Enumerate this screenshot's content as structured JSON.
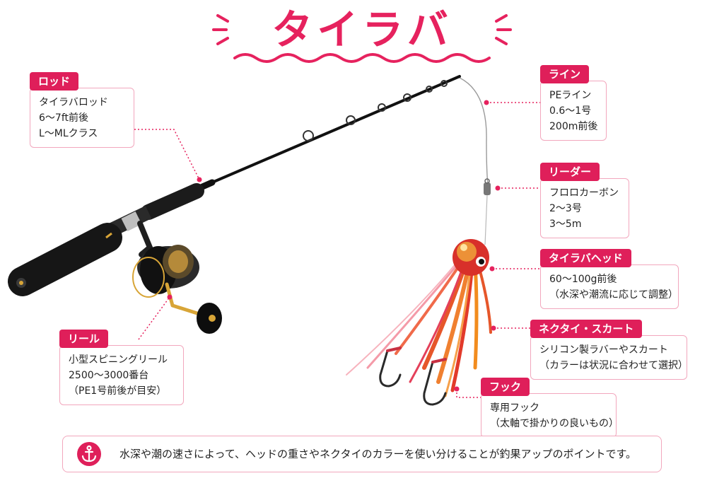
{
  "title": "タイラバ",
  "colors": {
    "accent": "#df1f5a",
    "border": "#f2a7bd",
    "title": "#e6225e"
  },
  "callouts": {
    "rod": {
      "label": "ロッド",
      "lines": [
        "タイラバロッド",
        "6～7ft前後",
        "L～MLクラス"
      ]
    },
    "line": {
      "label": "ライン",
      "lines": [
        "PEライン",
        "0.6～1号",
        "200m前後"
      ]
    },
    "leader": {
      "label": "リーダー",
      "lines": [
        "フロロカーボン",
        "2～3号",
        "3～5m"
      ]
    },
    "head": {
      "label": "タイラバヘッド",
      "lines": [
        "60～100g前後",
        "（水深や潮流に応じて調整）"
      ]
    },
    "skirt": {
      "label": "ネクタイ・スカート",
      "lines": [
        "シリコン製ラバーやスカート",
        "（カラーは状況に合わせて選択）"
      ]
    },
    "hook": {
      "label": "フック",
      "lines": [
        "専用フック",
        "（太軸で掛かりの良いもの）"
      ]
    },
    "reel": {
      "label": "リール",
      "lines": [
        "小型スピニングリール",
        "2500～3000番台",
        "（PE1号前後が目安）"
      ]
    }
  },
  "footer": {
    "icon": "anchor-icon",
    "text": "水深や潮の速さによって、ヘッドの重さやネクタイのカラーを使い分けることが釣果アップのポイントです。"
  }
}
